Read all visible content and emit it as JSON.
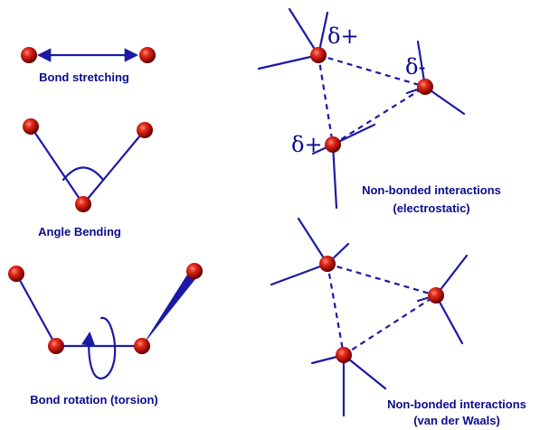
{
  "labels": {
    "bond_stretching": "Bond stretching",
    "angle_bending": "Angle Bending",
    "bond_rotation": "Bond rotation (torsion)",
    "nonbonded_electrostatic_1": "Non-bonded interactions",
    "nonbonded_electrostatic_2": "(electrostatic)",
    "nonbonded_vdw_1": "Non-bonded interactions",
    "nonbonded_vdw_2": "(van der Waals)"
  },
  "charges": {
    "top": "δ+",
    "right": "δ-",
    "bottom": "δ+"
  },
  "colors": {
    "bond": "#1a1aa6",
    "text": "#0b0b8c",
    "atom": "#c01414"
  }
}
